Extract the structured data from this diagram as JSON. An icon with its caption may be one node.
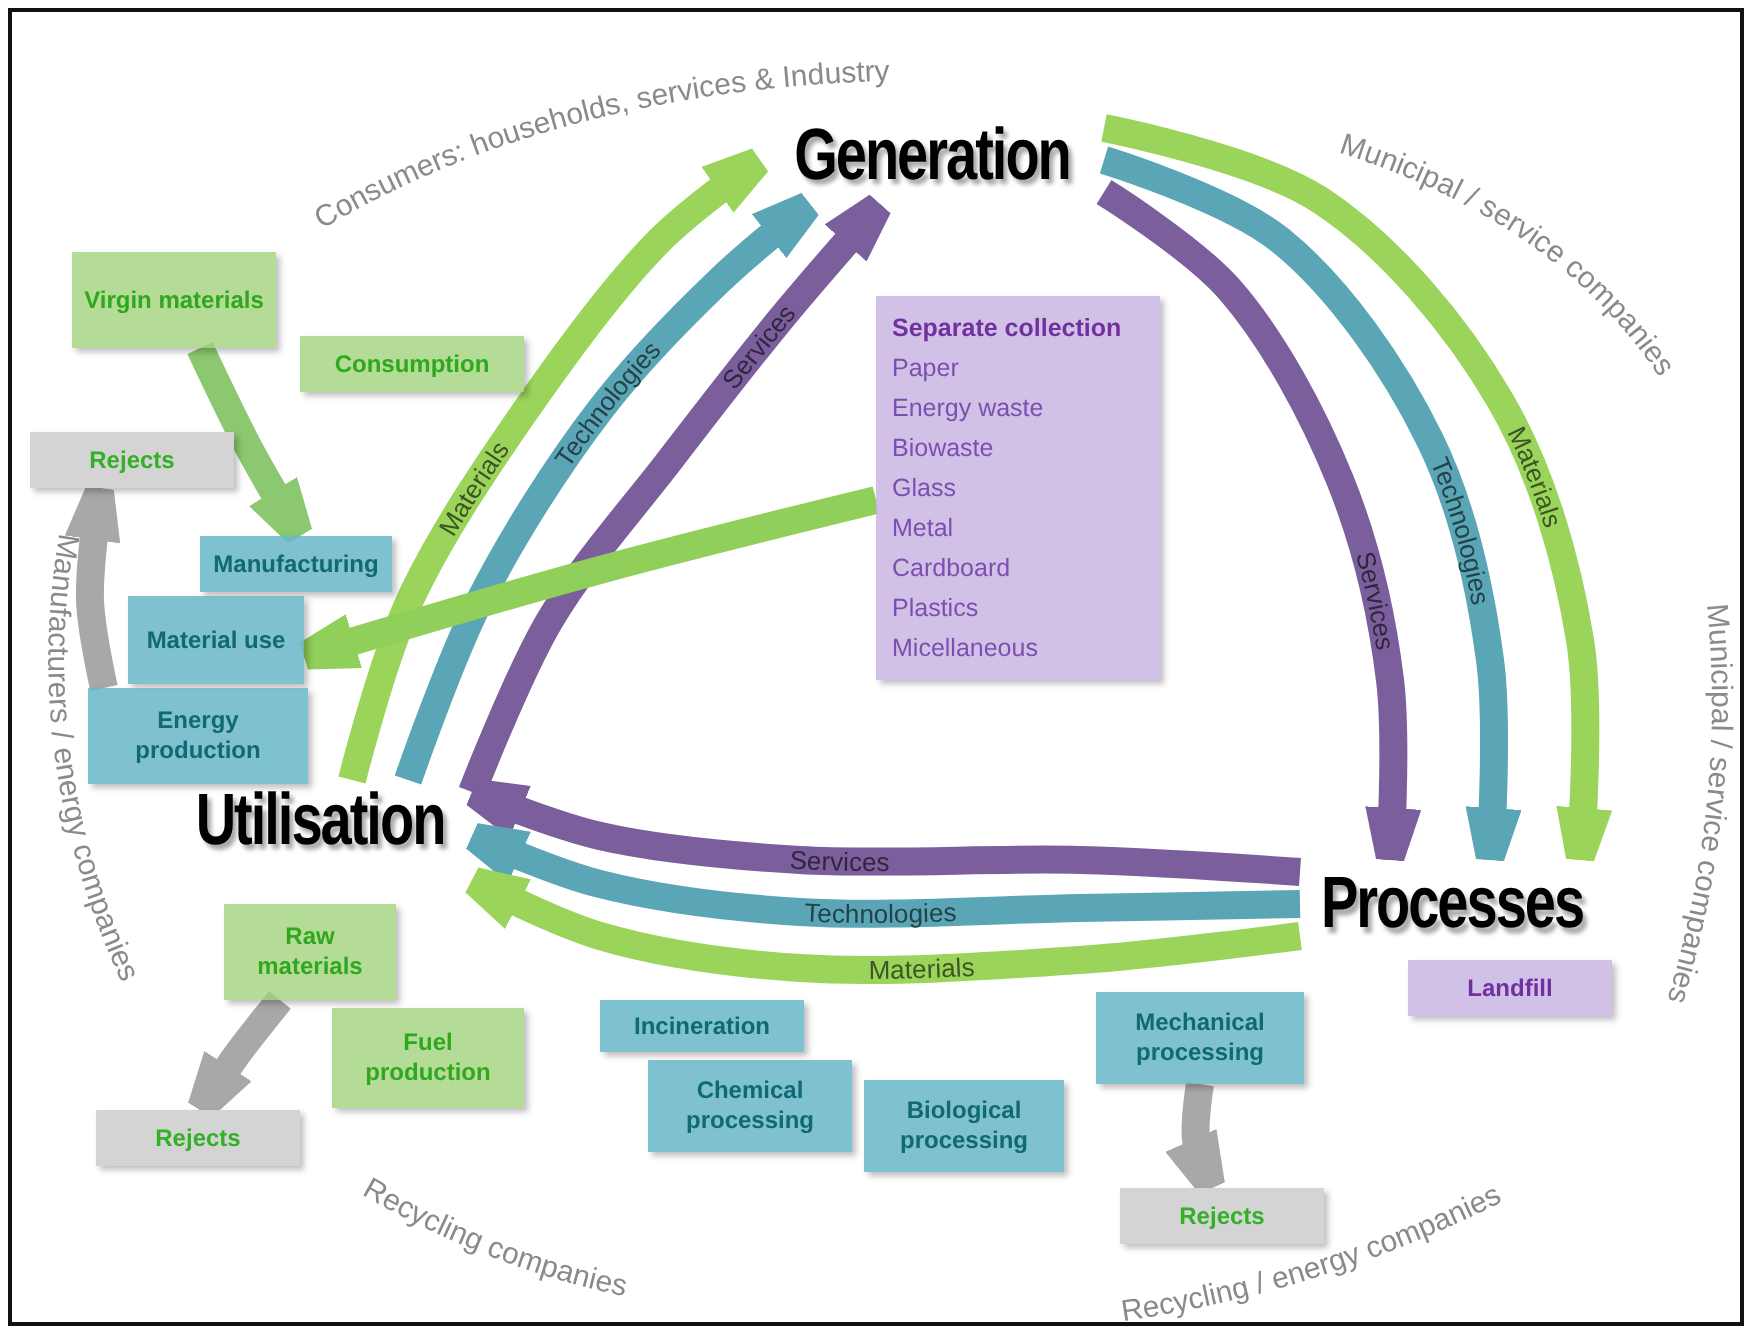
{
  "diagram": {
    "nodes": [
      {
        "text": [
          "Generation"
        ]
      },
      {
        "text": [
          "Separate collection",
          "Paper",
          "Energy waste",
          "Biowaste",
          "Glass",
          "Metal",
          "Cardboard",
          "Plastics",
          "Micellaneous"
        ]
      },
      {
        "text": [
          "Virgin materials"
        ]
      },
      {
        "text": [
          "Consumption"
        ]
      },
      {
        "text": [
          "Rejects"
        ]
      },
      {
        "text": [
          "Manufacturing"
        ]
      },
      {
        "text": [
          "Material use"
        ]
      },
      {
        "text": [
          "Energy production"
        ]
      },
      {
        "text": [
          "Utilisation"
        ]
      },
      {
        "text": [
          "Processes"
        ]
      },
      {
        "text": [
          "Landfill"
        ]
      },
      {
        "text": [
          "Raw materials"
        ]
      },
      {
        "text": [
          "Incineration"
        ]
      },
      {
        "text": [
          "Chemical processing"
        ]
      },
      {
        "text": [
          "Mechanical processing"
        ]
      },
      {
        "text": [
          "Fuel production"
        ]
      },
      {
        "text": [
          "Biological processing"
        ]
      },
      {
        "text": [
          "Rejects"
        ]
      },
      {
        "text": [
          "Rejects"
        ]
      }
    ],
    "edges": [
      {
        "from": 8,
        "to": 0,
        "arrow": "to",
        "label": "Materials",
        "color": "#9bd45a"
      },
      {
        "from": 8,
        "to": 0,
        "arrow": "to",
        "label": "Technologies",
        "color": "#5ba6b6"
      },
      {
        "from": 8,
        "to": 0,
        "arrow": "to",
        "label": "Services",
        "color": "#7b5f9c"
      },
      {
        "from": 0,
        "to": 9,
        "arrow": "to",
        "label": "Materials",
        "color": "#9bd45a"
      },
      {
        "from": 0,
        "to": 9,
        "arrow": "to",
        "label": "Technologies",
        "color": "#5ba6b6"
      },
      {
        "from": 0,
        "to": 9,
        "arrow": "to",
        "label": "Services",
        "color": "#7b5f9c"
      },
      {
        "from": 9,
        "to": 8,
        "arrow": "to",
        "label": "Services",
        "color": "#7b5f9c"
      },
      {
        "from": 9,
        "to": 8,
        "arrow": "to",
        "label": "Technologies",
        "color": "#5ba6b6"
      },
      {
        "from": 9,
        "to": 8,
        "arrow": "to",
        "label": "Materials",
        "color": "#9bd45a"
      },
      {
        "from": 2,
        "to": 5,
        "arrow": "to",
        "color": "#8cc870"
      },
      {
        "from": 7,
        "to": 4,
        "arrow": "to",
        "color": "#a8a8a8"
      },
      {
        "from": 1,
        "to": 6,
        "arrow": "to",
        "color": "#8fcf5a"
      },
      {
        "from": 11,
        "to": 17,
        "arrow": "to",
        "color": "#a8a8a8"
      },
      {
        "from": 14,
        "to": 18,
        "arrow": "to",
        "color": "#a8a8a8"
      }
    ],
    "labels": [
      "Consumers: households, services & Industry",
      "Municipal / service companies",
      "Municipal / service companies",
      "Manufacturers / energy companies",
      "Recycling companies",
      "Recycling / energy companies"
    ]
  }
}
